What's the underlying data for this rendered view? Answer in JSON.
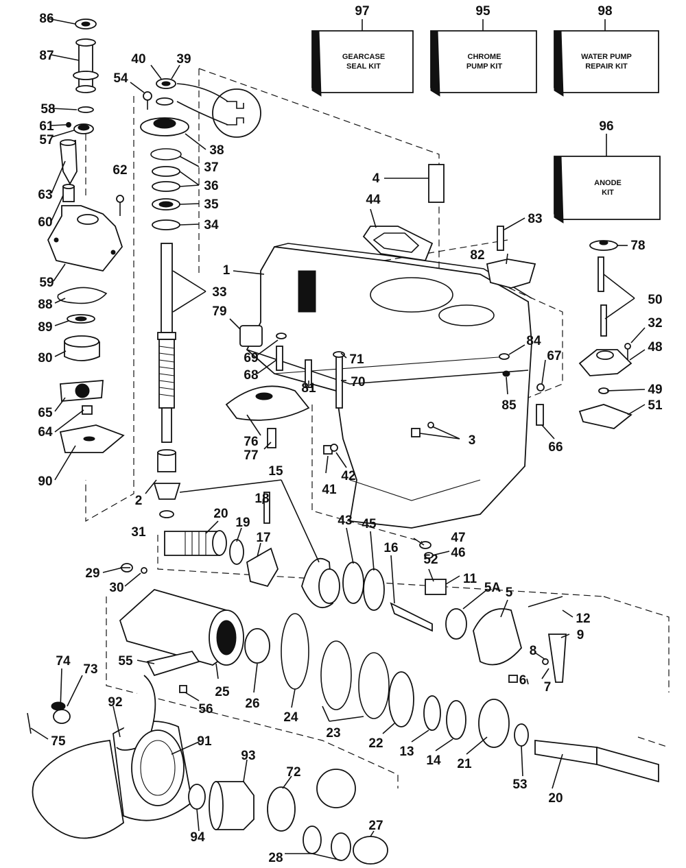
{
  "kits": [
    {
      "num": "97",
      "line1": "GEARCASE",
      "line2": "SEAL KIT"
    },
    {
      "num": "95",
      "line1": "CHROME",
      "line2": "PUMP KIT"
    },
    {
      "num": "98",
      "line1": "WATER PUMP",
      "line2": "REPAIR KIT"
    },
    {
      "num": "96",
      "line1": "ANODE",
      "line2": "KIT"
    }
  ],
  "callouts": [
    "86",
    "87",
    "58",
    "61",
    "57",
    "63",
    "60",
    "59",
    "88",
    "89",
    "80",
    "65",
    "64",
    "90",
    "40",
    "39",
    "54",
    "38",
    "37",
    "36",
    "35",
    "34",
    "33",
    "62",
    "2",
    "31",
    "15",
    "4",
    "44",
    "1",
    "79",
    "69",
    "68",
    "81",
    "71",
    "70",
    "76",
    "77",
    "3",
    "41",
    "42",
    "83",
    "82",
    "78",
    "50",
    "32",
    "48",
    "84",
    "67",
    "85",
    "49",
    "51",
    "66",
    "18",
    "20",
    "19",
    "17",
    "43",
    "45",
    "16",
    "52",
    "11",
    "5A",
    "5",
    "12",
    "9",
    "8",
    "6",
    "7",
    "47",
    "46",
    "29",
    "30",
    "55",
    "25",
    "56",
    "26",
    "24",
    "23",
    "22",
    "13",
    "14",
    "21",
    "53",
    "20",
    "74",
    "73",
    "75",
    "92",
    "91",
    "93",
    "72",
    "94",
    "28",
    "27"
  ]
}
